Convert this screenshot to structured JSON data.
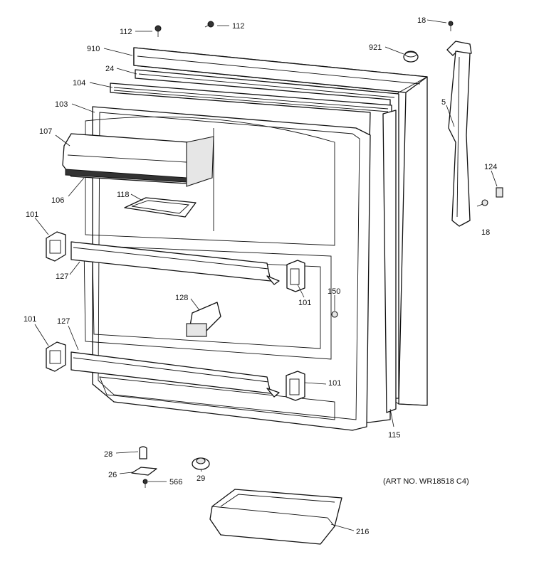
{
  "art_number": "(ART NO. WR18518 C4)",
  "callouts": [
    {
      "id": "c-112a",
      "label": "112"
    },
    {
      "id": "c-112b",
      "label": "112"
    },
    {
      "id": "c-18a",
      "label": "18"
    },
    {
      "id": "c-910",
      "label": "910"
    },
    {
      "id": "c-921",
      "label": "921"
    },
    {
      "id": "c-24",
      "label": "24"
    },
    {
      "id": "c-104",
      "label": "104"
    },
    {
      "id": "c-103",
      "label": "103"
    },
    {
      "id": "c-5",
      "label": "5"
    },
    {
      "id": "c-107",
      "label": "107"
    },
    {
      "id": "c-124",
      "label": "124"
    },
    {
      "id": "c-106",
      "label": "106"
    },
    {
      "id": "c-118",
      "label": "118"
    },
    {
      "id": "c-18b",
      "label": "18"
    },
    {
      "id": "c-101a",
      "label": "101"
    },
    {
      "id": "c-127a",
      "label": "127"
    },
    {
      "id": "c-101b",
      "label": "101"
    },
    {
      "id": "c-150",
      "label": "150"
    },
    {
      "id": "c-128",
      "label": "128"
    },
    {
      "id": "c-101c",
      "label": "101"
    },
    {
      "id": "c-127b",
      "label": "127"
    },
    {
      "id": "c-101d",
      "label": "101"
    },
    {
      "id": "c-115",
      "label": "115"
    },
    {
      "id": "c-28",
      "label": "28"
    },
    {
      "id": "c-29",
      "label": "29"
    },
    {
      "id": "c-26",
      "label": "26"
    },
    {
      "id": "c-566",
      "label": "566"
    },
    {
      "id": "c-216",
      "label": "216"
    }
  ]
}
